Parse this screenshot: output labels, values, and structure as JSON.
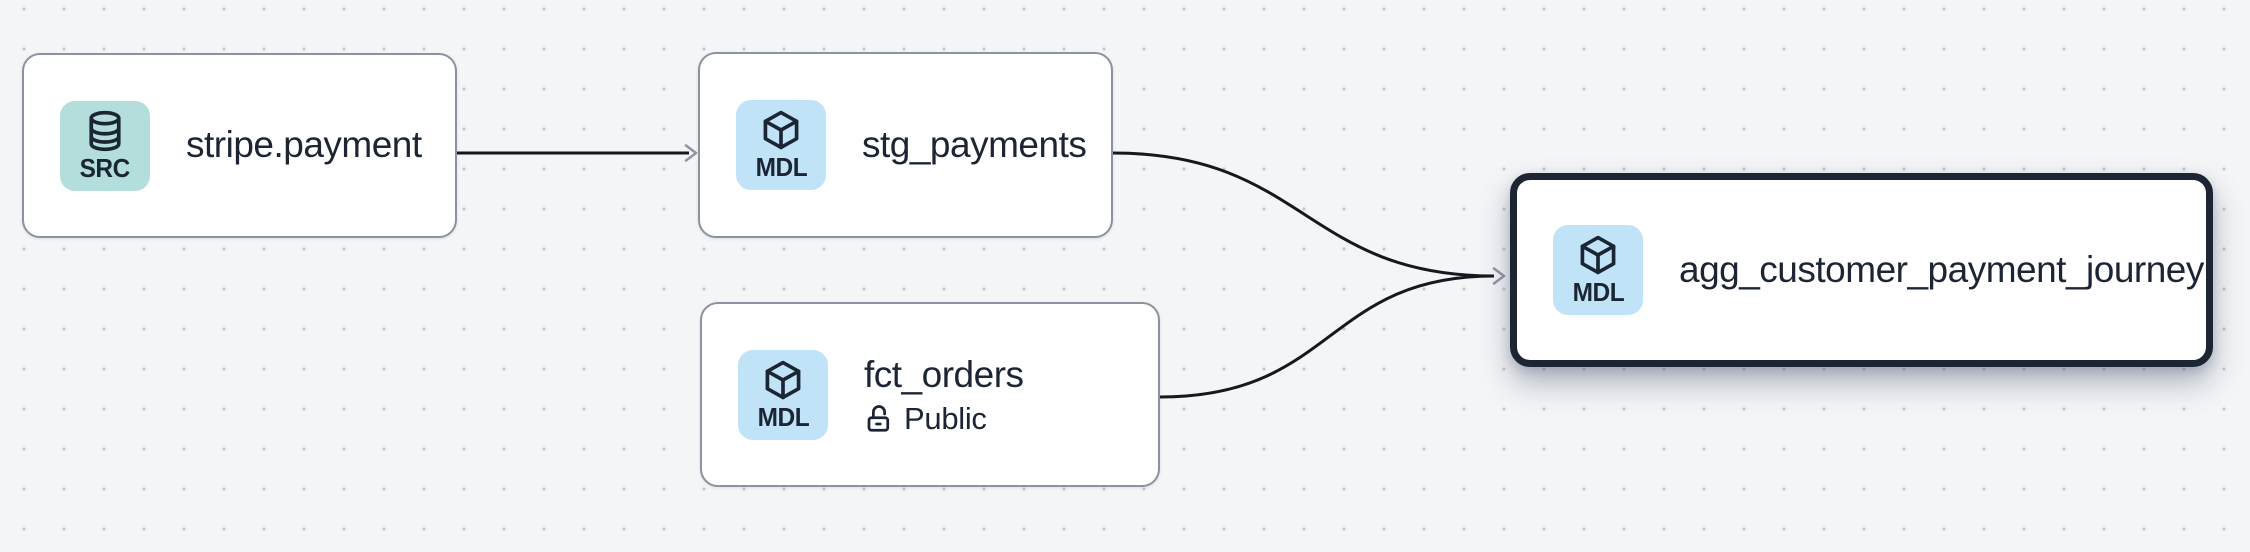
{
  "canvas": {
    "background_color": "#f4f5f7",
    "grid_dot_color": "#c3c7cf",
    "edge_color": "#14181f",
    "arrowhead_color": "#8f96a3",
    "node_border_color": "#8b92a0",
    "selected_border_color": "#1b2534",
    "text_color": "#1b2534"
  },
  "nodes": [
    {
      "id": "stripe_payment",
      "title": "stripe.payment",
      "badge": {
        "label": "SRC",
        "icon": "database-icon",
        "color": "#b4dedc"
      },
      "selected": false
    },
    {
      "id": "stg_payments",
      "title": "stg_payments",
      "badge": {
        "label": "MDL",
        "icon": "cube-icon",
        "color": "#c0e3f8"
      },
      "selected": false
    },
    {
      "id": "fct_orders",
      "title": "fct_orders",
      "subtitle": "Public",
      "subtitle_icon": "unlock-icon",
      "badge": {
        "label": "MDL",
        "icon": "cube-icon",
        "color": "#c0e3f8"
      },
      "selected": false
    },
    {
      "id": "agg_customer_payment_journey",
      "title": "agg_customer_payment_journey",
      "badge": {
        "label": "MDL",
        "icon": "cube-icon",
        "color": "#c0e3f8"
      },
      "selected": true
    }
  ],
  "edges": [
    {
      "from": "stripe_payment",
      "to": "stg_payments"
    },
    {
      "from": "stg_payments",
      "to": "agg_customer_payment_journey"
    },
    {
      "from": "fct_orders",
      "to": "agg_customer_payment_journey"
    }
  ]
}
